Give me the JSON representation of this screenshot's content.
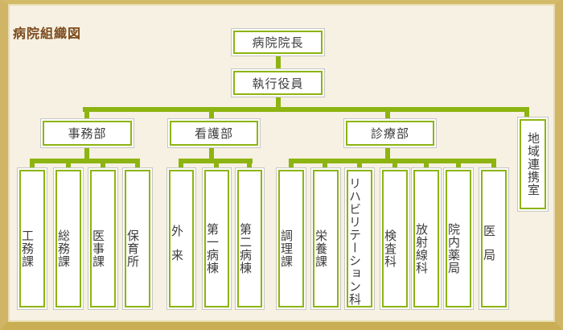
{
  "title": "病院組織図",
  "colors": {
    "accent": "#8db410",
    "bg": "#f6f1e2",
    "frame-side": "#cfb565",
    "frame-top": "#d3ba69",
    "frame-bottom": "#c9ae54",
    "frame-inner": "#e8ddb2",
    "title": "#7b4a1d",
    "box-gray": "#c6c6c6",
    "text": "#3c3c3c"
  },
  "org": {
    "director": "病院院長",
    "executive": "執行役員",
    "departments": [
      {
        "label": "事務部",
        "children": [
          "工務課",
          "総務課",
          "医事課",
          "保育所"
        ]
      },
      {
        "label": "看護部",
        "children": [
          "外来",
          "第一病棟",
          "第二病棟"
        ]
      },
      {
        "label": "診療部",
        "children": [
          "調理課",
          "栄養課",
          "リハビリテーション科",
          "検査科",
          "放射線科",
          "院内薬局",
          "医局"
        ]
      }
    ],
    "side_office": "地域連携室"
  }
}
